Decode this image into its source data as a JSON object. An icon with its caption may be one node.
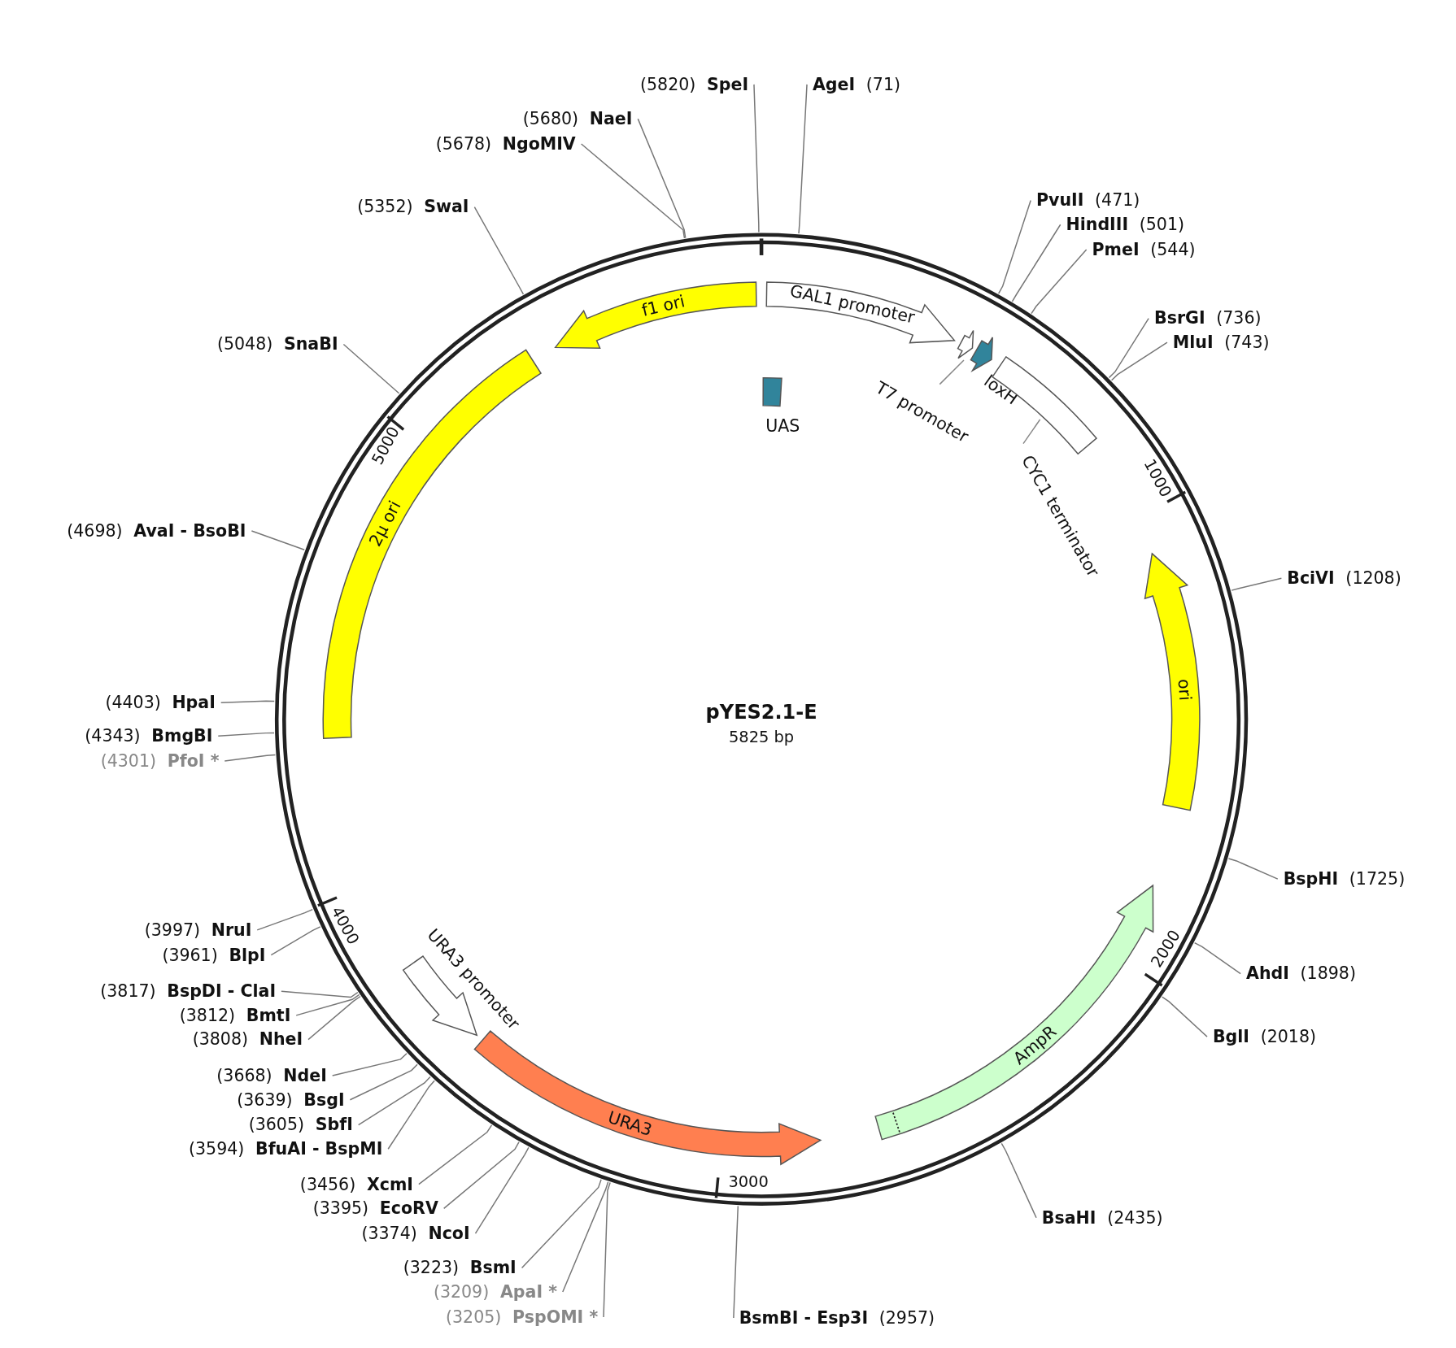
{
  "diagram": {
    "title": "pYES2.1-E",
    "nodes": [
      {
        "text": [
          "f1 ori"
        ]
      },
      {
        "text": [
          "GAL1 promoter"
        ]
      },
      {
        "text": [
          "UAS"
        ]
      },
      {
        "text": [
          "T7 promoter"
        ]
      },
      {
        "text": [
          "loxH"
        ]
      },
      {
        "text": [
          "CYC1 terminator"
        ]
      },
      {
        "text": [
          "ori"
        ]
      },
      {
        "text": [
          "AmpR"
        ]
      },
      {
        "text": [
          "URA3"
        ]
      },
      {
        "text": [
          "URA3 promoter"
        ]
      },
      {
        "text": [
          "2μ ori"
        ]
      },
      {
        "text": [
          "AgeI",
          "(71)"
        ]
      },
      {
        "text": [
          "PvuII",
          "(471)"
        ]
      },
      {
        "text": [
          "HindIII",
          "(501)"
        ]
      },
      {
        "text": [
          "PmeI",
          "(544)"
        ]
      },
      {
        "text": [
          "BsrGI",
          "(736)"
        ]
      },
      {
        "text": [
          "MluI",
          "(743)"
        ]
      },
      {
        "text": [
          "BciVI",
          "(1208)"
        ]
      },
      {
        "text": [
          "BspHI",
          "(1725)"
        ]
      },
      {
        "text": [
          "AhdI",
          "(1898)"
        ]
      },
      {
        "text": [
          "BglI",
          "(2018)"
        ]
      },
      {
        "text": [
          "BsaHI",
          "(2435)"
        ]
      },
      {
        "text": [
          "BsmBI - Esp3I",
          "(2957)"
        ]
      },
      {
        "text": [
          "(3205)",
          "PspOMI *"
        ]
      },
      {
        "text": [
          "(3209)",
          "ApaI *"
        ]
      },
      {
        "text": [
          "(3223)",
          "BsmI"
        ]
      },
      {
        "text": [
          "(3374)",
          "NcoI"
        ]
      },
      {
        "text": [
          "(3395)",
          "EcoRV"
        ]
      },
      {
        "text": [
          "(3456)",
          "XcmI"
        ]
      },
      {
        "text": [
          "(3594)",
          "BfuAI - BspMI"
        ]
      },
      {
        "text": [
          "(3605)",
          "SbfI"
        ]
      },
      {
        "text": [
          "(3639)",
          "BsgI"
        ]
      },
      {
        "text": [
          "(3668)",
          "NdeI"
        ]
      },
      {
        "text": [
          "(3808)",
          "NheI"
        ]
      },
      {
        "text": [
          "(3812)",
          "BmtI"
        ]
      },
      {
        "text": [
          "(3817)",
          "BspDI - ClaI"
        ]
      },
      {
        "text": [
          "(3961)",
          "BlpI"
        ]
      },
      {
        "text": [
          "(3997)",
          "NruI"
        ]
      },
      {
        "text": [
          "(4301)",
          "PfoI *"
        ]
      },
      {
        "text": [
          "(4343)",
          "BmgBI"
        ]
      },
      {
        "text": [
          "(4403)",
          "HpaI"
        ]
      },
      {
        "text": [
          "(4698)",
          "AvaI - BsoBI"
        ]
      },
      {
        "text": [
          "(5048)",
          "SnaBI"
        ]
      },
      {
        "text": [
          "(5352)",
          "SwaI"
        ]
      },
      {
        "text": [
          "(5678)",
          "NgoMIV"
        ]
      },
      {
        "text": [
          "(5680)",
          "NaeI"
        ]
      },
      {
        "text": [
          "(5820)",
          "SpeI"
        ]
      }
    ],
    "edges": [
      {
        "from": 11,
        "to": null,
        "arrow": "none"
      },
      {
        "from": 12,
        "to": null,
        "arrow": "none"
      },
      {
        "from": 13,
        "to": null,
        "arrow": "none"
      },
      {
        "from": 14,
        "to": null,
        "arrow": "none"
      },
      {
        "from": 15,
        "to": null,
        "arrow": "none"
      },
      {
        "from": 16,
        "to": null,
        "arrow": "none"
      },
      {
        "from": 17,
        "to": null,
        "arrow": "none"
      },
      {
        "from": 18,
        "to": null,
        "arrow": "none"
      },
      {
        "from": 19,
        "to": null,
        "arrow": "none"
      },
      {
        "from": 20,
        "to": null,
        "arrow": "none"
      },
      {
        "from": 21,
        "to": null,
        "arrow": "none"
      },
      {
        "from": 22,
        "to": null,
        "arrow": "none"
      },
      {
        "from": 23,
        "to": null,
        "arrow": "none"
      },
      {
        "from": 24,
        "to": null,
        "arrow": "none"
      },
      {
        "from": 25,
        "to": null,
        "arrow": "none"
      },
      {
        "from": 26,
        "to": null,
        "arrow": "none"
      },
      {
        "from": 27,
        "to": null,
        "arrow": "none"
      },
      {
        "from": 28,
        "to": null,
        "arrow": "none"
      },
      {
        "from": 29,
        "to": null,
        "arrow": "none"
      },
      {
        "from": 30,
        "to": null,
        "arrow": "none"
      },
      {
        "from": 31,
        "to": null,
        "arrow": "none"
      },
      {
        "from": 32,
        "to": null,
        "arrow": "none"
      },
      {
        "from": 33,
        "to": null,
        "arrow": "none"
      },
      {
        "from": 34,
        "to": null,
        "arrow": "none"
      },
      {
        "from": 35,
        "to": null,
        "arrow": "none"
      },
      {
        "from": 36,
        "to": null,
        "arrow": "none"
      },
      {
        "from": 37,
        "to": null,
        "arrow": "none"
      },
      {
        "from": 38,
        "to": null,
        "arrow": "none"
      },
      {
        "from": 39,
        "to": null,
        "arrow": "none"
      },
      {
        "from": 40,
        "to": null,
        "arrow": "none"
      },
      {
        "from": 41,
        "to": null,
        "arrow": "none"
      },
      {
        "from": 42,
        "to": null,
        "arrow": "none"
      },
      {
        "from": 43,
        "to": null,
        "arrow": "none"
      },
      {
        "from": 44,
        "to": null,
        "arrow": "none"
      },
      {
        "from": 45,
        "to": null,
        "arrow": "none"
      },
      {
        "from": 46,
        "to": null,
        "arrow": "none"
      }
    ],
    "labels": [
      "1000",
      "2000",
      "3000",
      "4000",
      "5000",
      "5825 bp"
    ]
  }
}
